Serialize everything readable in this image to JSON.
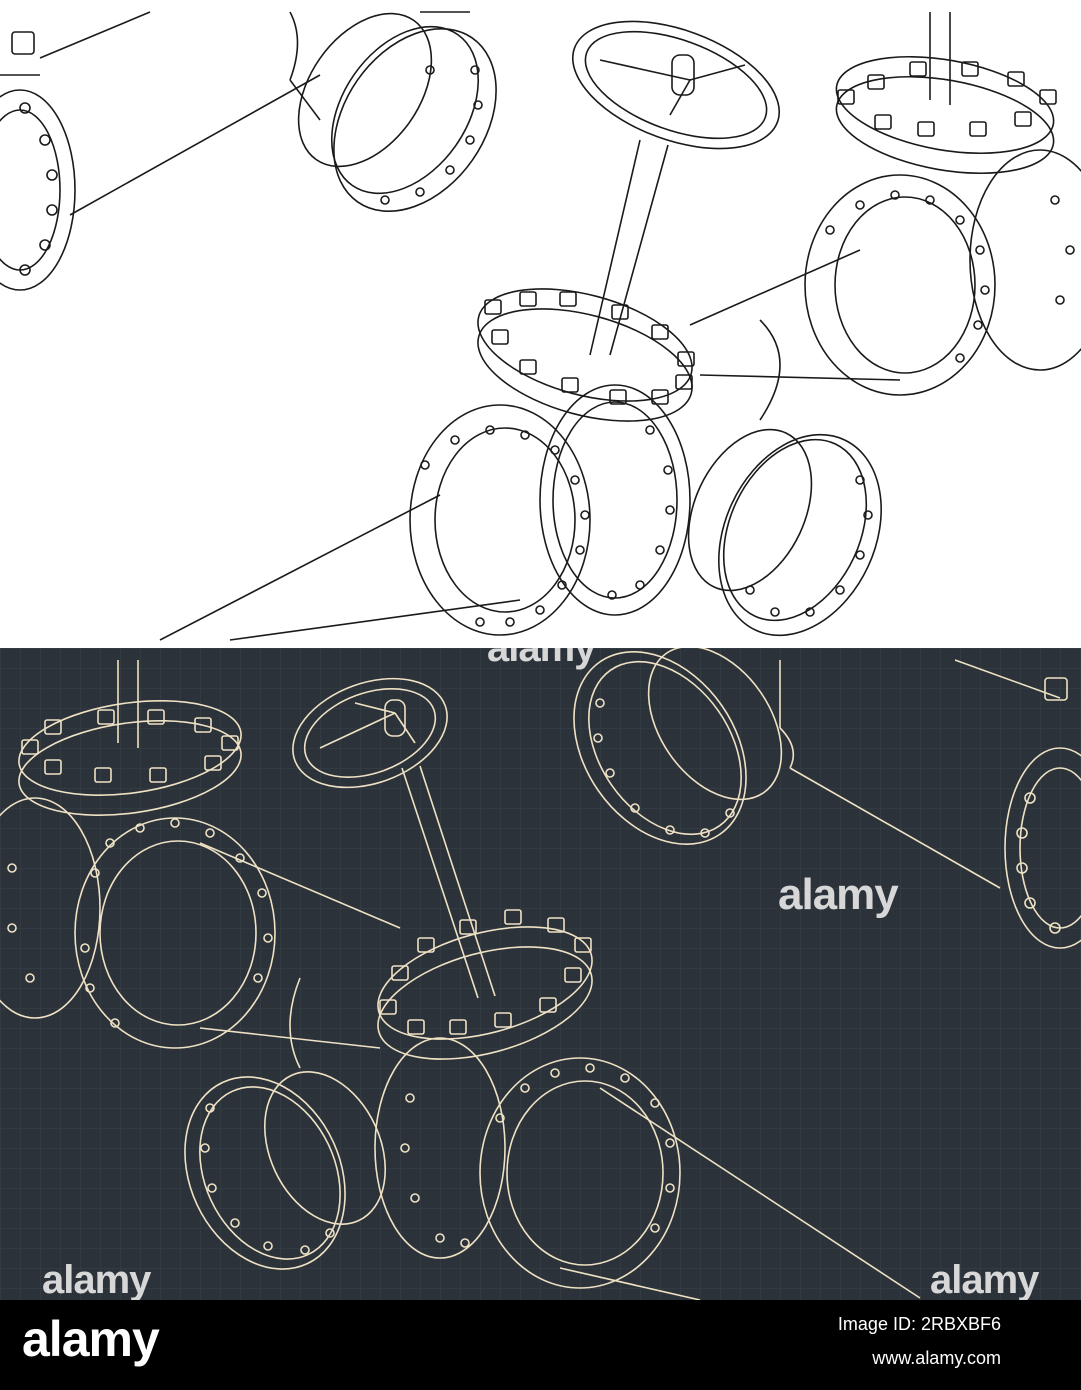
{
  "watermark": {
    "text": "alamy"
  },
  "footer": {
    "logo": "alamy",
    "image_id_label": "Image ID: 2RBXBF6",
    "site": "www.alamy.com"
  },
  "colors": {
    "line_dark": "#1a1a1a",
    "line_light": "#efe2c4",
    "blueprint_bg": "#2b323a",
    "footer_bg": "#000000"
  }
}
